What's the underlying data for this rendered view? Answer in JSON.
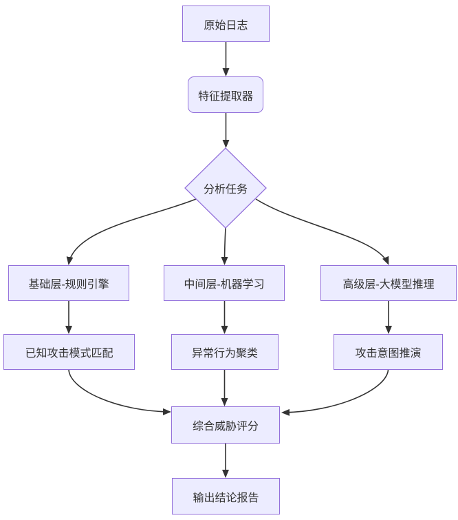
{
  "diagram": {
    "type": "flowchart",
    "direction": "top-down",
    "colors": {
      "node_fill": "#ECECFF",
      "node_border": "#9370DB",
      "edge": "#333333",
      "text": "#333333",
      "background": "#FFFFFF"
    },
    "nodes": [
      {
        "id": "raw_logs",
        "label": "原始日志",
        "shape": "rect"
      },
      {
        "id": "feature_extractor",
        "label": "特征提取器",
        "shape": "rounded"
      },
      {
        "id": "analysis_task",
        "label": "分析任务",
        "shape": "diamond"
      },
      {
        "id": "rule_engine",
        "label": "基础层-规则引擎",
        "shape": "rect"
      },
      {
        "id": "ml_layer",
        "label": "中间层-机器学习",
        "shape": "rect"
      },
      {
        "id": "llm_layer",
        "label": "高级层-大模型推理",
        "shape": "rect"
      },
      {
        "id": "pattern_match",
        "label": "已知攻击模式匹配",
        "shape": "rect"
      },
      {
        "id": "anomaly_cluster",
        "label": "异常行为聚类",
        "shape": "rect"
      },
      {
        "id": "intent_deduction",
        "label": "攻击意图推演",
        "shape": "rect"
      },
      {
        "id": "threat_score",
        "label": "综合威胁评分",
        "shape": "rect"
      },
      {
        "id": "final_report",
        "label": "输出结论报告",
        "shape": "rect"
      }
    ],
    "edges": [
      {
        "from": "raw_logs",
        "to": "feature_extractor"
      },
      {
        "from": "feature_extractor",
        "to": "analysis_task"
      },
      {
        "from": "analysis_task",
        "to": "rule_engine"
      },
      {
        "from": "analysis_task",
        "to": "ml_layer"
      },
      {
        "from": "analysis_task",
        "to": "llm_layer"
      },
      {
        "from": "rule_engine",
        "to": "pattern_match"
      },
      {
        "from": "ml_layer",
        "to": "anomaly_cluster"
      },
      {
        "from": "llm_layer",
        "to": "intent_deduction"
      },
      {
        "from": "pattern_match",
        "to": "threat_score"
      },
      {
        "from": "anomaly_cluster",
        "to": "threat_score"
      },
      {
        "from": "intent_deduction",
        "to": "threat_score"
      },
      {
        "from": "threat_score",
        "to": "final_report"
      }
    ]
  }
}
